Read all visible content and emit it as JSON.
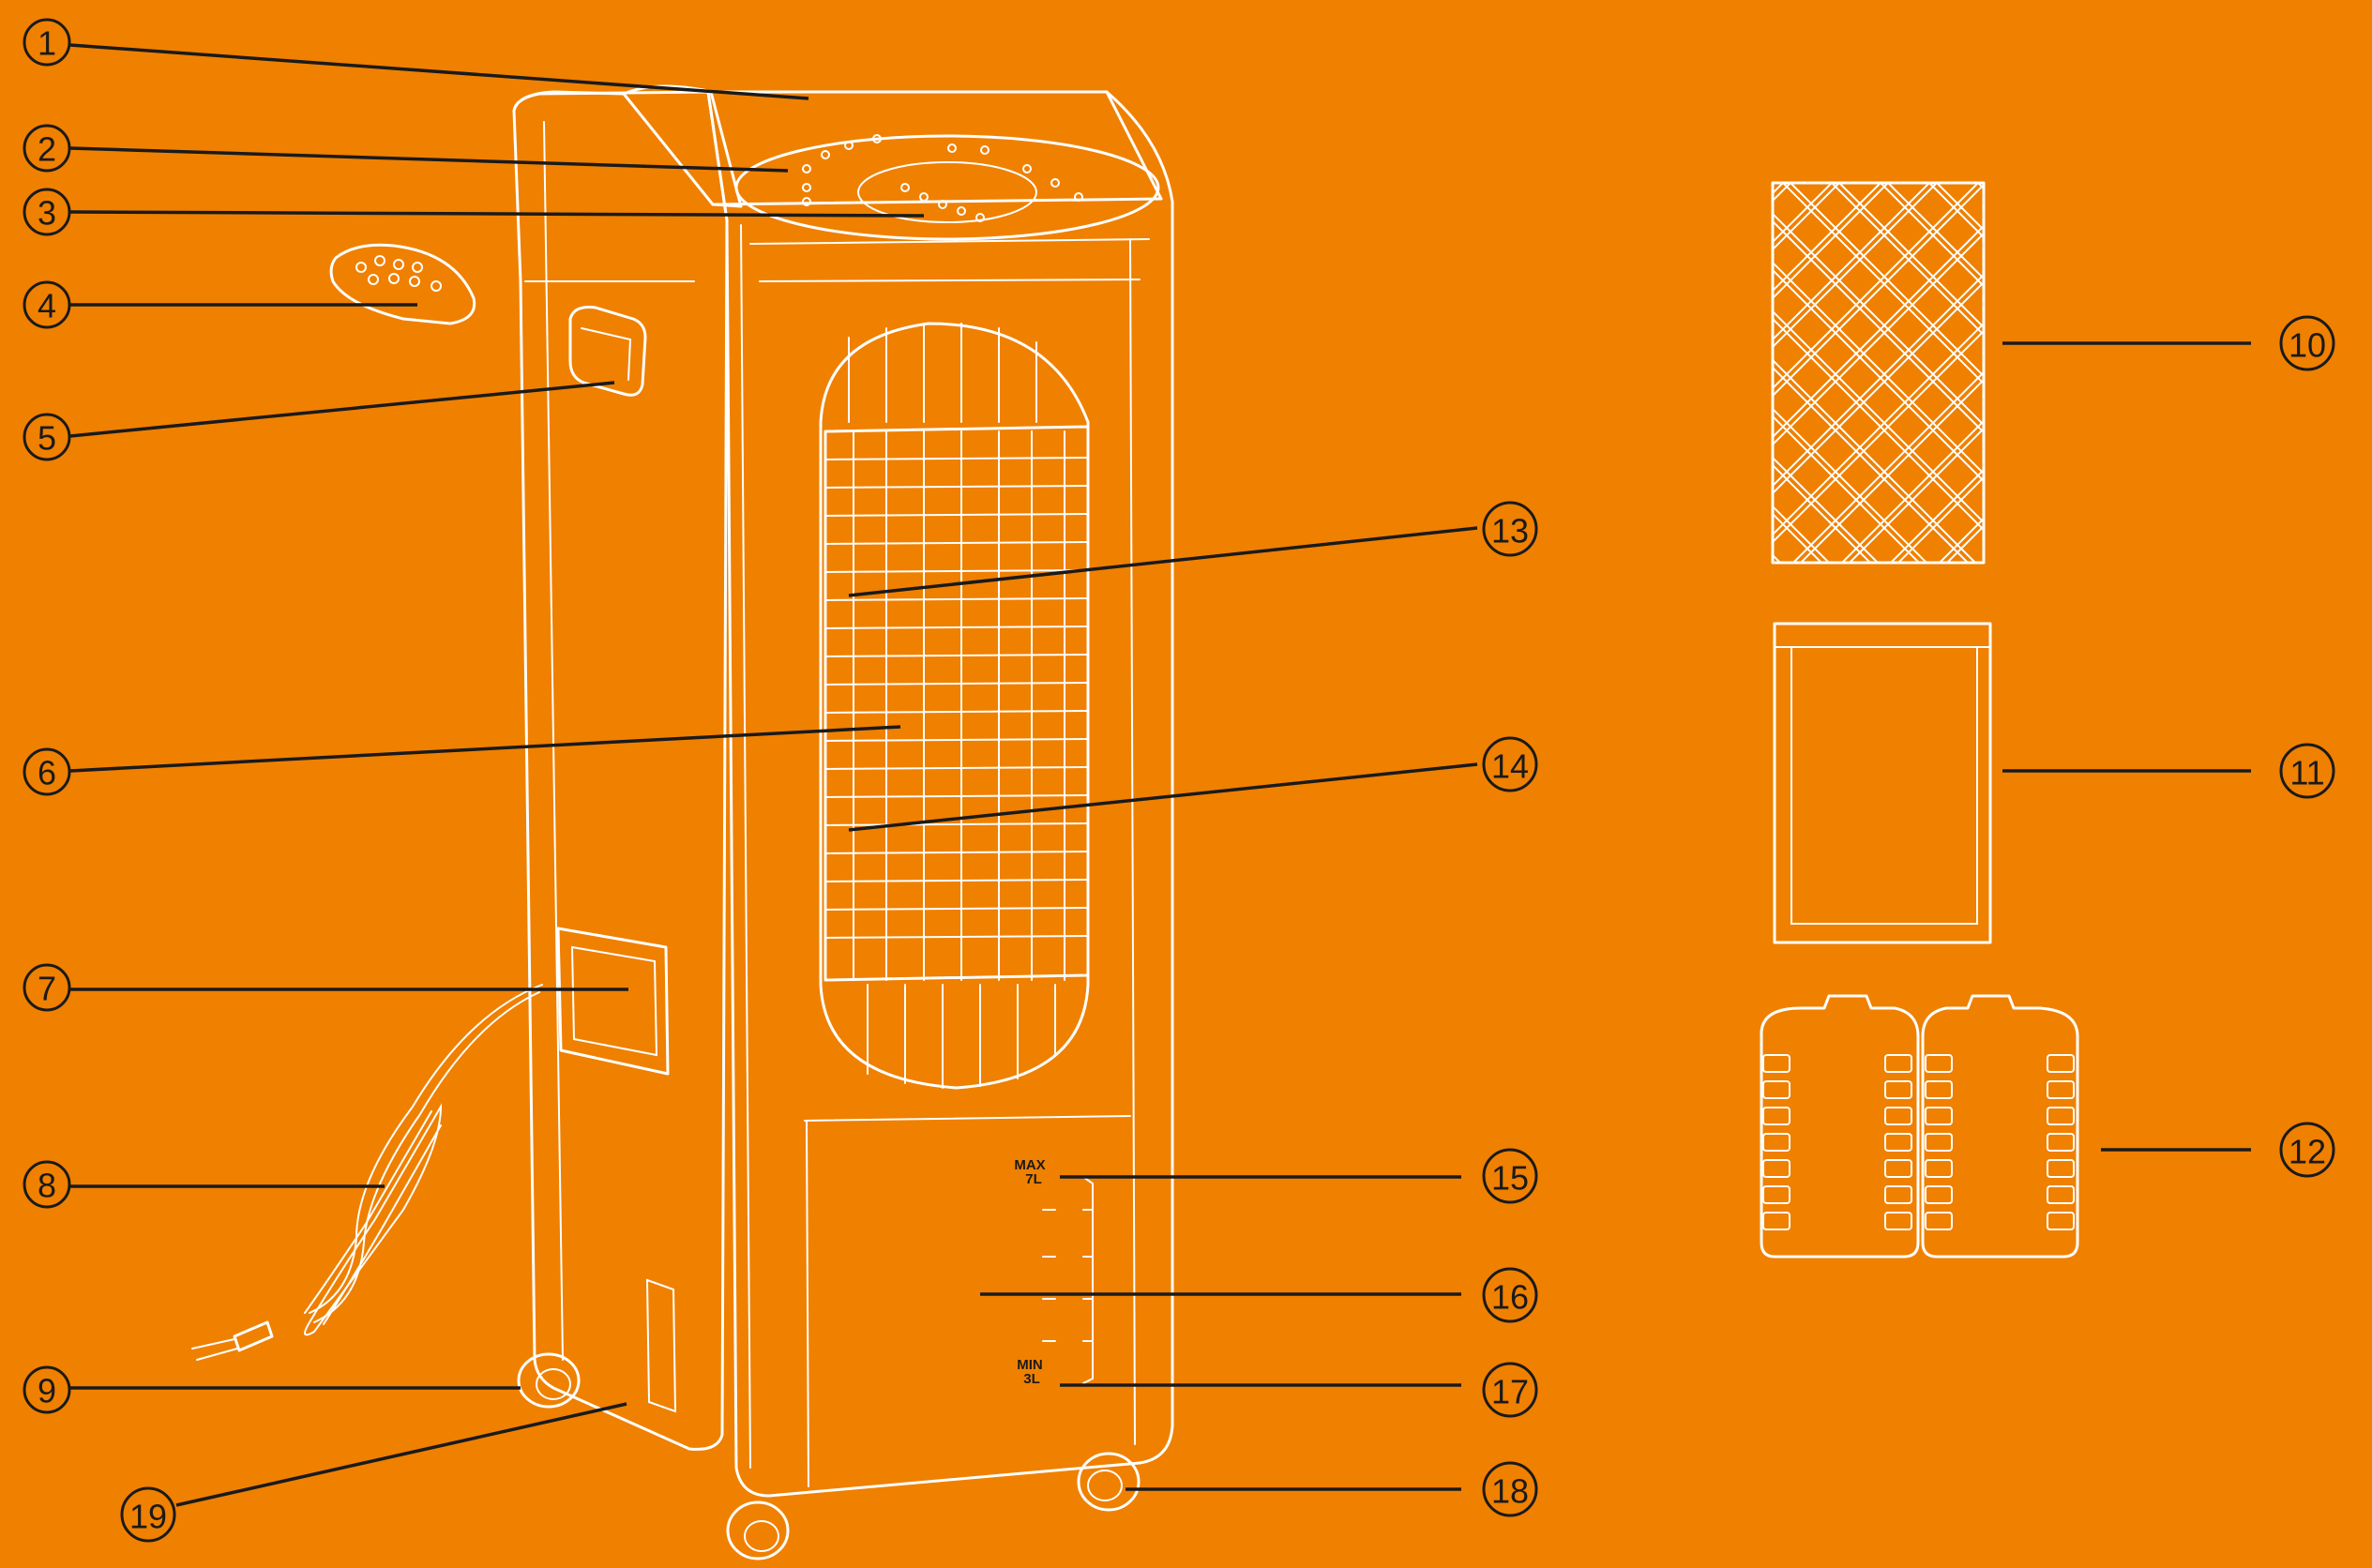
{
  "callouts": [
    "1",
    "2",
    "3",
    "4",
    "5",
    "6",
    "7",
    "8",
    "9",
    "10",
    "11",
    "12",
    "13",
    "14",
    "15",
    "16",
    "17",
    "18",
    "19"
  ],
  "water_level": {
    "max_label": "MAX",
    "max_volume": "7L",
    "min_label": "MIN",
    "min_volume": "3L"
  },
  "colors": {
    "background": "#f08000",
    "outline": "#ffffff",
    "leader": "#1a1a1a"
  }
}
